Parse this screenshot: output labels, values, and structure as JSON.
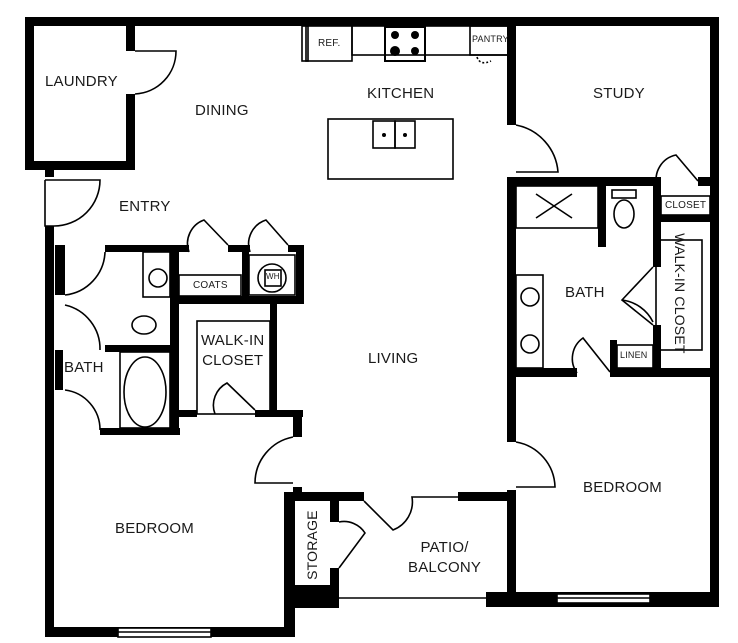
{
  "floor_plan": {
    "type": "apartment floor plan",
    "colors": {
      "wall": "#000000",
      "background": "#ffffff",
      "text": "#1a1a1a"
    },
    "rooms": {
      "laundry": "LAUNDRY",
      "dining": "DINING",
      "kitchen": "KITCHEN",
      "study": "STUDY",
      "entry": "ENTRY",
      "living": "LIVING",
      "bath_left": "BATH",
      "bath_right": "BATH",
      "walk_in_closet_left_line1": "WALK-IN",
      "walk_in_closet_left_line2": "CLOSET",
      "walk_in_closet_right": "WALK-IN CLOSET",
      "bedroom_left": "BEDROOM",
      "bedroom_right": "BEDROOM",
      "storage": "STORAGE",
      "patio_line1": "PATIO/",
      "patio_line2": "BALCONY"
    },
    "fixtures": {
      "refrigerator": "REF.",
      "pantry": "PANTRY",
      "coats": "COATS",
      "water_heater": "WH",
      "closet": "CLOSET",
      "linen": "LINEN"
    }
  }
}
